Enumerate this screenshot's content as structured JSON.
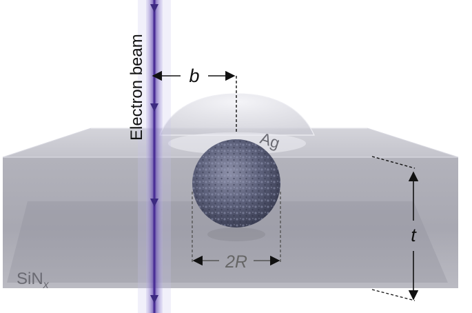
{
  "labels": {
    "beam": "Electron beam",
    "impact_parameter": "b",
    "particle_material": "Ag",
    "thickness": "t",
    "diameter": "2R",
    "substrate_main": "SiN",
    "substrate_sub": "x"
  },
  "colors": {
    "beam": "#5a3fa6",
    "beam_glow": "#8f7fd6",
    "slab_front": "#9a9aa6",
    "slab_top": "#c4c4cc",
    "slab_side": "#a6a6b0",
    "sphere": "#5b5e78",
    "dome": "#e2e2ea",
    "annotation": "#111111",
    "label_gray": "#6a6a72"
  }
}
